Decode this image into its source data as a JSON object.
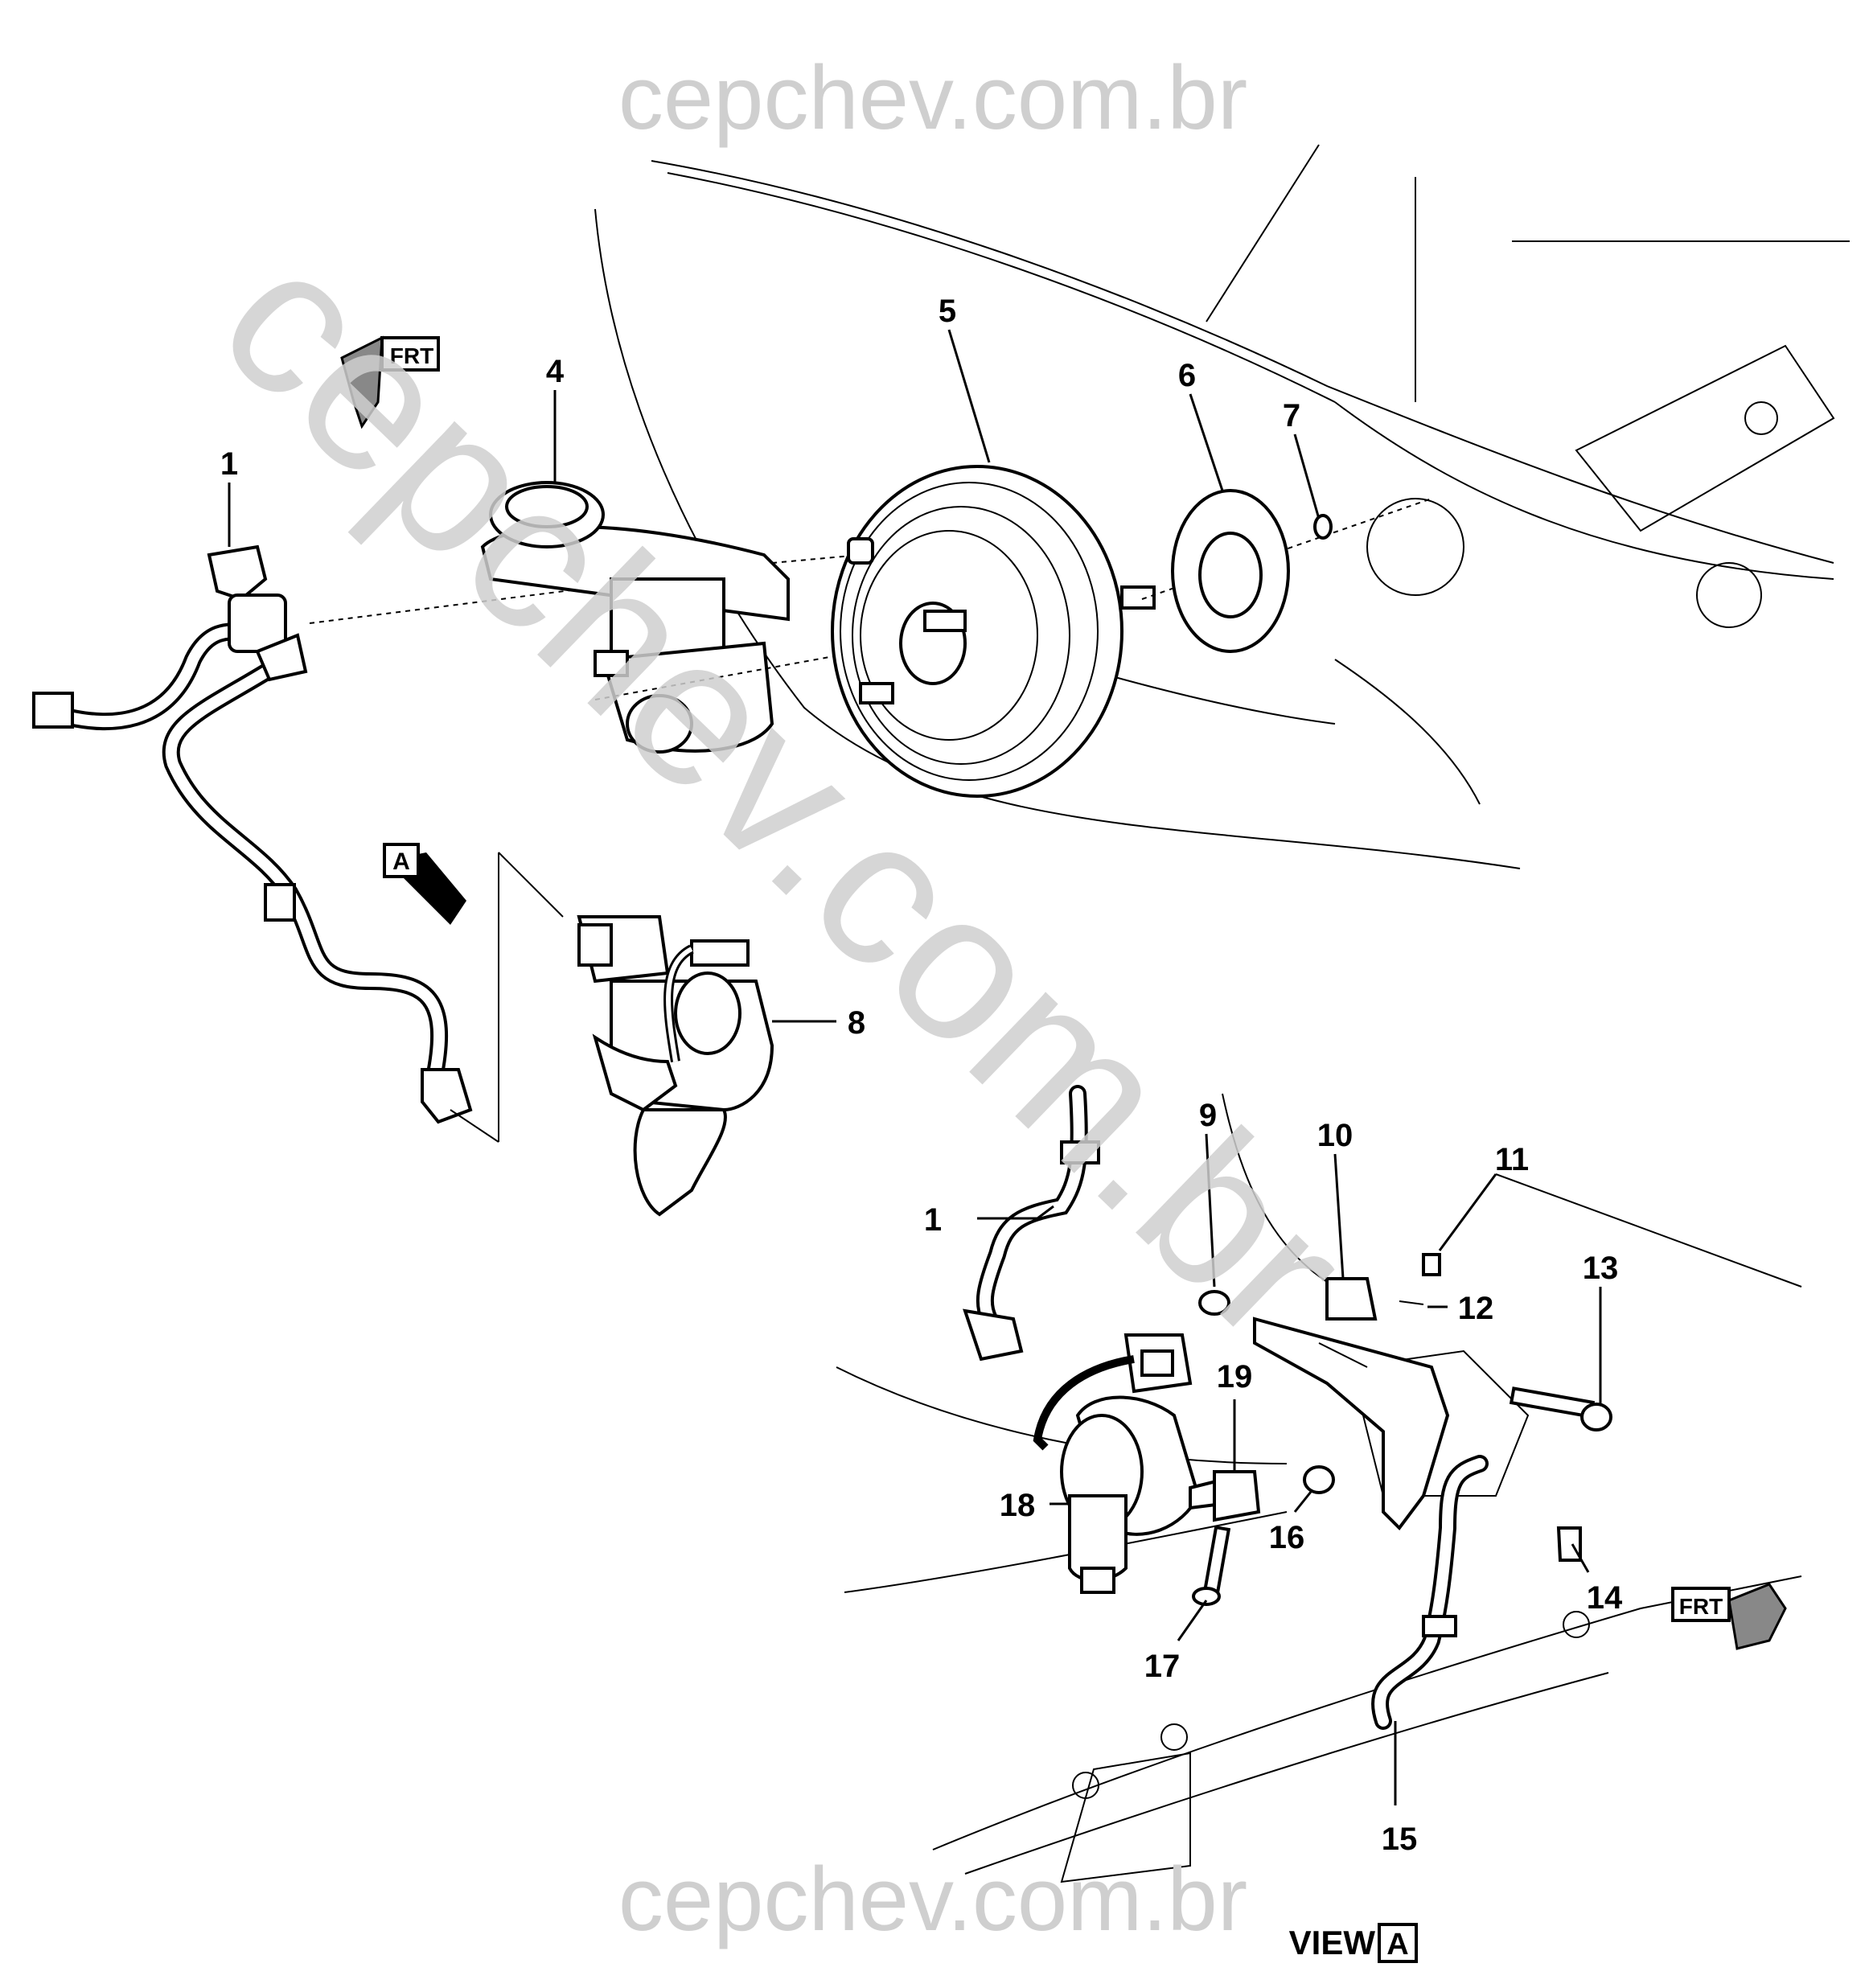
{
  "watermark": {
    "url": "cepchev.com.br",
    "diagonal": "cepchev.com.br"
  },
  "orientation": {
    "front_label": "FRT"
  },
  "view": {
    "label": "VIEW",
    "letter": "A"
  },
  "callouts": {
    "c1a": "1",
    "c4": "4",
    "c5": "5",
    "c6": "6",
    "c7": "7",
    "c8": "8",
    "c1b": "1",
    "c9": "9",
    "c10": "10",
    "c11": "11",
    "c12": "12",
    "c13": "13",
    "c14": "14",
    "c15": "15",
    "c16": "16",
    "c17": "17",
    "c18": "18",
    "c19": "19"
  }
}
